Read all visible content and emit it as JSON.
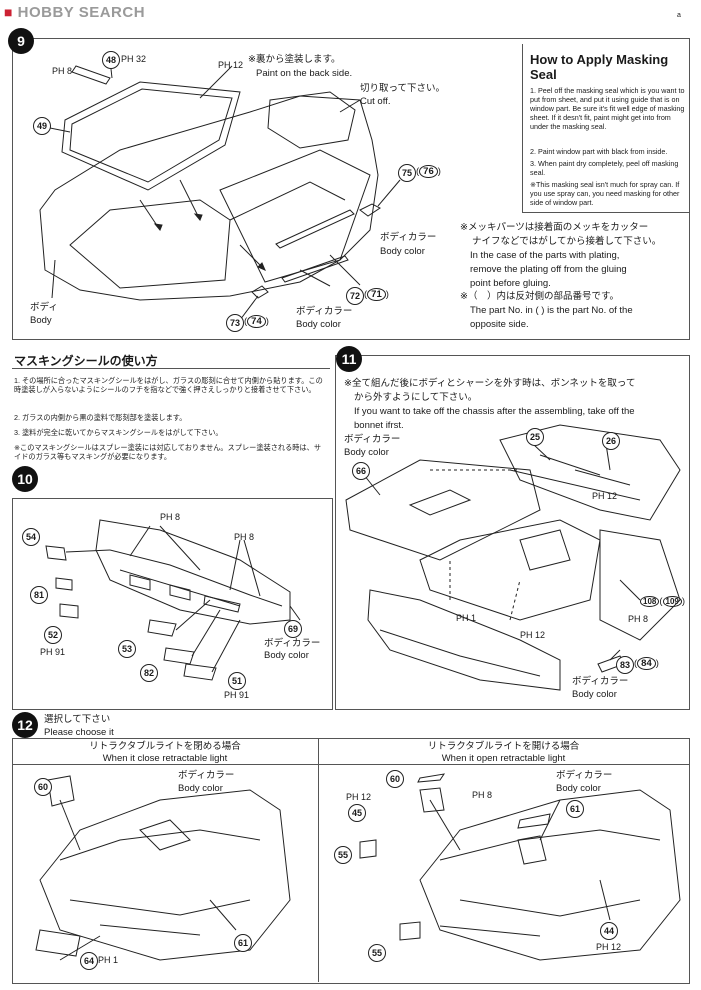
{
  "watermark": {
    "text": "HOBBY SEARCH"
  },
  "top_right_mark": "a",
  "step9": {
    "parts": [
      "48",
      "49",
      "75",
      "76",
      "72",
      "71",
      "73",
      "74"
    ],
    "ph_labels": [
      "PH 8",
      "PH 32",
      "PH 12"
    ],
    "note_back_jp": "※裏から塗装します。",
    "note_back_en": "Paint on the back side.",
    "note_cut_jp": "切り取って下さい。",
    "note_cut_en": "Cut off.",
    "body_jp": "ボディ",
    "body_en": "Body",
    "body_color_jp": "ボディカラー",
    "body_color_en": "Body color",
    "plating_jp_1": "※メッキパーツは接着面のメッキをカッター",
    "plating_jp_2": "ナイフなどではがしてから接着して下さい。",
    "plating_en_1": "In the case of the parts with plating,",
    "plating_en_2": "remove the plating off from the gluing",
    "plating_en_3": "point before gluing.",
    "opposite_jp": "※（　）内は反対側の部品番号です。",
    "opposite_en_1": "The part No. in (    ) is the part  No. of the",
    "opposite_en_2": "opposite side."
  },
  "masking_en": {
    "title": "How to Apply Masking Seal",
    "items": [
      "1. Peel off the masking seal which is you want to put from sheet, and put it using guide that is on window part. Be sure it's fit well edge of masking sheet. If it desn't fit, paint might get into from under the masking seal.",
      "2. Paint window part with black from inside.",
      "3. When paint dry completely, peel off masking seal.",
      "※This masking seal isn't much for spray can. If you use spray can, you need masking for other side of window part."
    ]
  },
  "masking_jp": {
    "title": "マスキングシールの使い方",
    "items": [
      "1. その場所に合ったマスキングシールをはがし、ガラスの彫刻に合せて内側から貼ります。この時塗装しが入らないようにシールのフチを指などで強く押さえしっかりと接着させて下さい。",
      "2. ガラスの内側から黒の塗料で彫刻部を塗装します。",
      "3. 塗料が完全に乾いてからマスキングシールをはがして下さい。",
      "※このマスキングシールはスプレー塗装には対応しておりません。スプレー塗装される時は、サイドのガラス等もマスキングが必要になります。"
    ]
  },
  "step10": {
    "number": "10",
    "parts": [
      "54",
      "81",
      "52",
      "53",
      "82",
      "51",
      "69"
    ],
    "ph_labels": [
      "PH 8",
      "PH 8",
      "PH 91",
      "PH 91"
    ],
    "body_color_jp": "ボディカラー",
    "body_color_en": "Body color"
  },
  "step11": {
    "number": "11",
    "note_jp_1": "※全て組んだ後にボディとシャーシを外す時は、ボンネットを取って",
    "note_jp_2": "から外すようにして下さい。",
    "note_en_1": "If you want to take off the chassis after the assembling, take off the",
    "note_en_2": "bonnet ifrst.",
    "parts": [
      "25",
      "26",
      "66",
      "108",
      "109",
      "83",
      "84"
    ],
    "ph_labels": [
      "PH 12",
      "PH 1",
      "PH 12",
      "PH 8"
    ],
    "body_color_jp": "ボディカラー",
    "body_color_en": "Body color"
  },
  "step12": {
    "number": "12",
    "choose_jp": "選択して下さい",
    "choose_en": "Please choose it",
    "left_title_jp": "リトラクタブルライトを閉める場合",
    "left_title_en": "When it close retractable light",
    "right_title_jp": "リトラクタブルライトを開ける場合",
    "right_title_en": "When it open retractable light",
    "left_parts": [
      "60",
      "61",
      "64"
    ],
    "right_parts": [
      "60",
      "45",
      "55",
      "61",
      "55",
      "44"
    ],
    "ph_labels": [
      "PH 1",
      "PH 12",
      "PH 8",
      "PH 12"
    ],
    "body_color_jp": "ボディカラー",
    "body_color_en": "Body color"
  }
}
